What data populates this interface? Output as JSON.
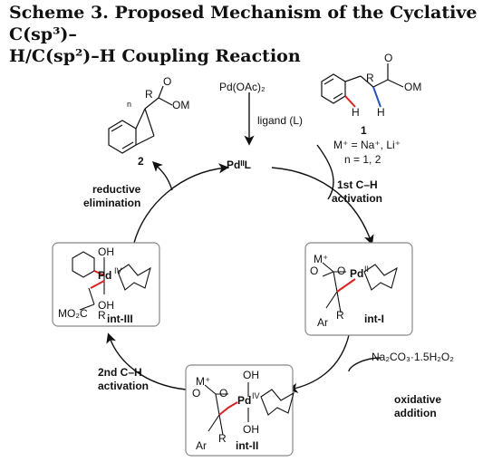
{
  "title_prefix": "Scheme 3. Proposed Mechanism of the Cyclative C(sp",
  "title_lines": [
    "Scheme 3. Proposed Mechanism of the Cyclative C(sp³)–",
    "H/C(sp²)–H Coupling Reaction"
  ],
  "top": {
    "catalyst": "Pd(OAc)₂",
    "ligand": "ligand (L)",
    "center_complex": "PdᴵᴵL"
  },
  "substrate": {
    "number": "1",
    "conditions": [
      "M⁺ = Na⁺, Li⁺",
      "n = 1, 2"
    ]
  },
  "product": {
    "number": "2"
  },
  "steps": {
    "step1": [
      "1st C–H",
      "activation"
    ],
    "oxidative": [
      "oxidative",
      "addition"
    ],
    "oxidant": "Na₂CO₃·1.5H₂O₂",
    "step2": [
      "2nd C–H",
      "activation"
    ],
    "reductive": [
      "reductive",
      "elimination"
    ]
  },
  "intermediates": {
    "int1": "int-I",
    "int2": "int-II",
    "int3": "int-III"
  }
}
